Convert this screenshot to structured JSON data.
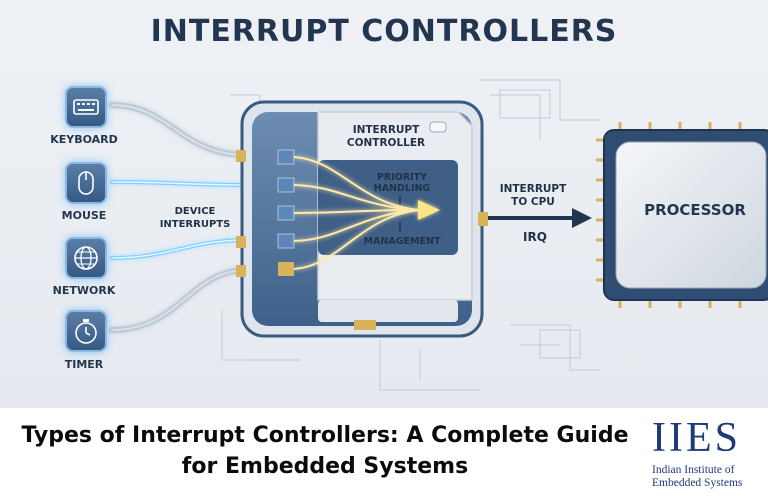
{
  "title": "INTERRUPT CONTROLLERS",
  "devices": [
    {
      "label": "KEYBOARD",
      "icon": "keyboard-icon"
    },
    {
      "label": "MOUSE",
      "icon": "mouse-icon"
    },
    {
      "label": "NETWORK",
      "icon": "globe-icon"
    },
    {
      "label": "TIMER",
      "icon": "stopwatch-icon"
    }
  ],
  "device_interrupts_label": "DEVICE\nINTERRUPTS",
  "controller": {
    "title": "INTERRUPT\nCONTROLLER",
    "priority": "PRIORITY\nHANDLING",
    "management": "MANAGEMENT"
  },
  "to_cpu_label": "INTERRUPT\nTO CPU",
  "irq_label": "IRQ",
  "processor_label": "PROCESSOR",
  "caption_line1": "Types of Interrupt Controllers: A Complete Guide",
  "caption_line2": "for Embedded Systems",
  "logo": {
    "mark": "IIES",
    "line1": "Indian Institute of",
    "line2": "Embedded Systems"
  },
  "colors": {
    "navy": "#22374f",
    "brand": "#1e3a78",
    "glow": "#7fd0ff",
    "gold": "#d9b25a"
  }
}
